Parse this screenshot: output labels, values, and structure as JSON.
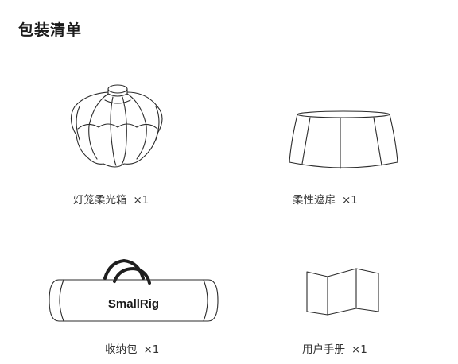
{
  "title": "包装清单",
  "items": [
    {
      "name": "灯笼柔光箱",
      "qty": "×1",
      "icon": "lantern-softbox-icon"
    },
    {
      "name": "柔性遮扉",
      "qty": "×1",
      "icon": "skirt-icon"
    },
    {
      "name": "收纳包",
      "qty": "×1",
      "icon": "carry-bag-icon",
      "brand": "SmallRig"
    },
    {
      "name": "用户手册",
      "qty": "×1",
      "icon": "manual-icon"
    }
  ]
}
